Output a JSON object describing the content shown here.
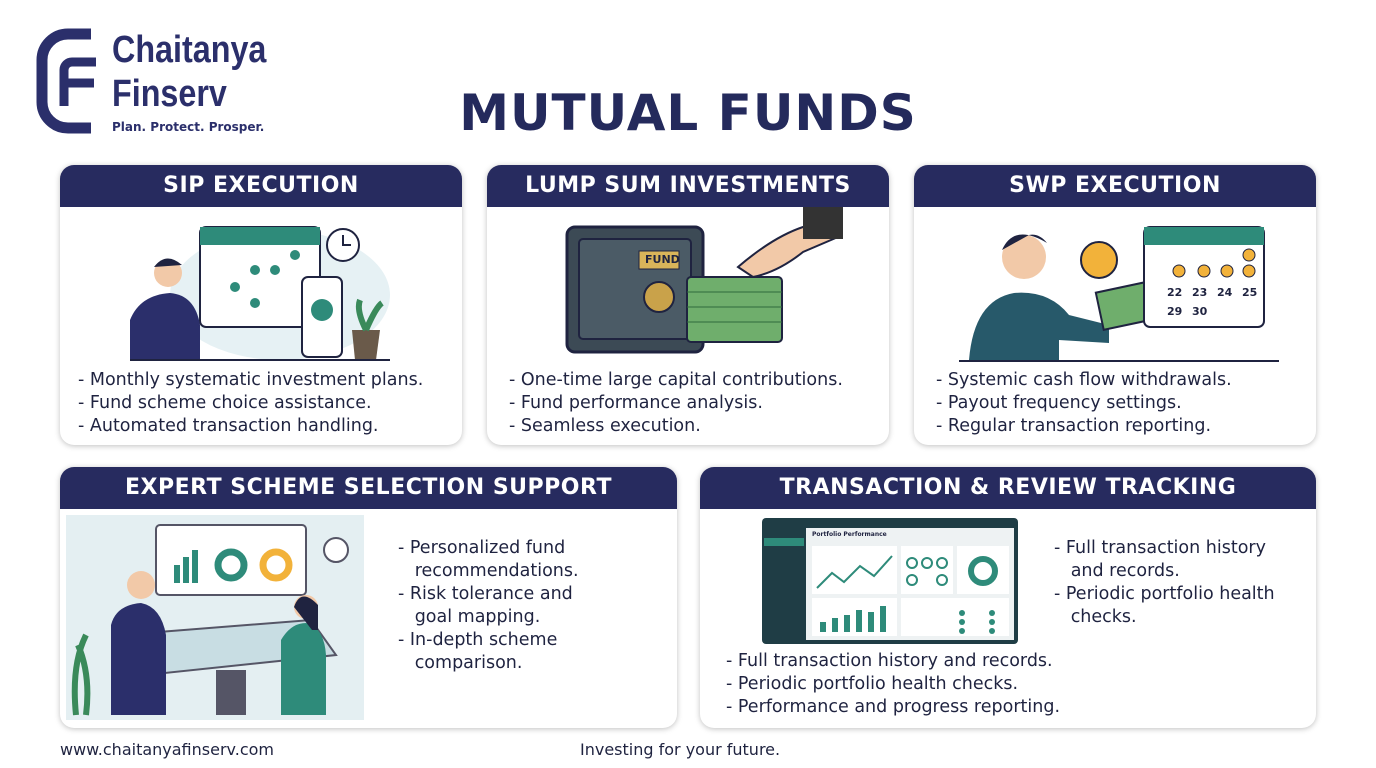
{
  "brand": {
    "name_line1": "Chaitanya",
    "name_line2": "Finserv",
    "tagline": "Plan. Protect. Prosper.",
    "color": "#2b2f6b"
  },
  "title": "MUTUAL FUNDS",
  "colors": {
    "header": "#272b5f",
    "accent": "#2e8b7a",
    "title": "#242a5c"
  },
  "cards": [
    {
      "heading": "SIP EXECUTION",
      "bullets": [
        "- Monthly systematic investment plans.",
        "- Fund scheme choice assistance.",
        "- Automated transaction handling."
      ]
    },
    {
      "heading": "LUMP SUM INVESTMENTS",
      "safe_label": "FUND",
      "bullets": [
        "- One-time large capital contributions.",
        "- Fund performance analysis.",
        "- Seamless execution."
      ]
    },
    {
      "heading": "SWP EXECUTION",
      "calendar": [
        "22",
        "23",
        "24",
        "25",
        "29",
        "30"
      ],
      "bullets": [
        "- Systemic cash flow withdrawals.",
        "- Payout frequency settings.",
        "- Regular transaction reporting."
      ]
    },
    {
      "heading": "EXPERT SCHEME SELECTION SUPPORT",
      "bullets": [
        "- Personalized fund",
        "   recommendations.",
        "- Risk tolerance and",
        "   goal mapping.",
        "- In-depth scheme",
        "   comparison."
      ]
    },
    {
      "heading": "TRANSACTION & REVIEW TRACKING",
      "dashboard_title": "Portfolio Performance",
      "side_bullets": [
        "- Full transaction history",
        "   and records.",
        "- Periodic portfolio health",
        "   checks."
      ],
      "bullets": [
        "- Full transaction history and records.",
        "- Periodic portfolio health checks.",
        "- Performance and progress reporting."
      ]
    }
  ],
  "footer": {
    "website": "www.chaitanyafinserv.com",
    "slogan": "Investing for your future."
  }
}
